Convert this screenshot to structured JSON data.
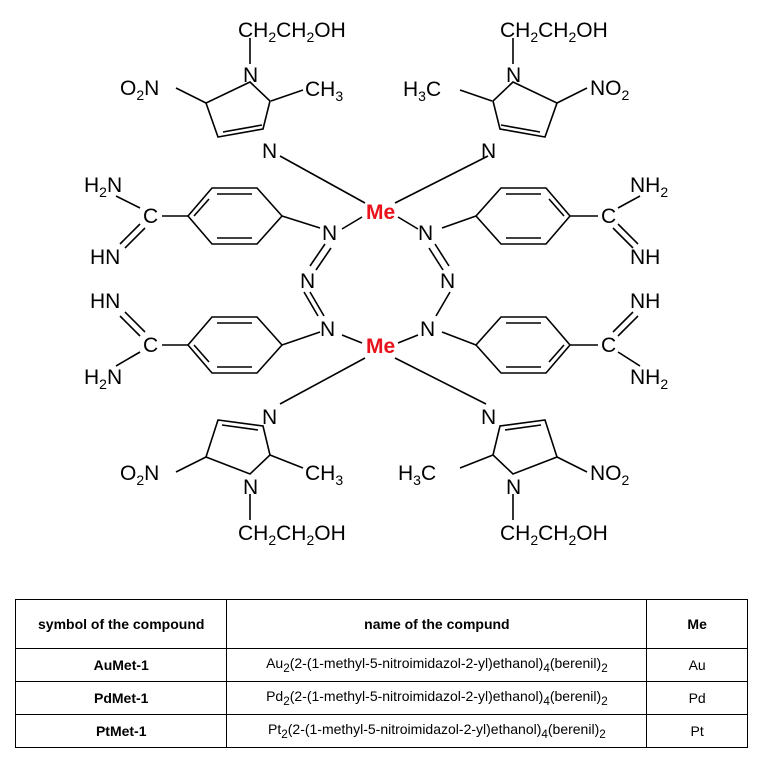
{
  "structure": {
    "metal_label": "Me",
    "metal_color": "#e8131b",
    "ligand_top_left": {
      "chain": [
        "CH",
        "2",
        "CH",
        "2",
        "OH"
      ],
      "nitro": [
        "O",
        "2",
        "N"
      ],
      "methyl": [
        "CH",
        "3"
      ],
      "n1": "N",
      "n3": "N"
    },
    "ligand_top_right": {
      "chain": [
        "CH",
        "2",
        "CH",
        "2",
        "OH"
      ],
      "nitro": [
        "NO",
        "2"
      ],
      "methyl": [
        "H",
        "3",
        "C"
      ],
      "n1": "N",
      "n3": "N"
    },
    "ligand_bottom_left": {
      "chain": [
        "CH",
        "2",
        "CH",
        "2",
        "OH"
      ],
      "nitro": [
        "O",
        "2",
        "N"
      ],
      "methyl": [
        "CH",
        "3"
      ],
      "n1": "N",
      "n3": "N"
    },
    "ligand_bottom_right": {
      "chain": [
        "CH",
        "2",
        "CH",
        "2",
        "OH"
      ],
      "nitro": [
        "NO",
        "2"
      ],
      "methyl": [
        "H",
        "3",
        "C"
      ],
      "n1": "N",
      "n3": "N"
    },
    "amidine_left": {
      "amine": [
        "H",
        "2",
        "N"
      ],
      "imine": "HN",
      "carbon": "C"
    },
    "amidine_right": {
      "amine": [
        "NH",
        "2"
      ],
      "imine": "NH",
      "carbon": "C"
    },
    "triazene_atom": "N"
  },
  "table": {
    "headers": [
      "symbol of the compound",
      "name of the compund",
      "Me"
    ],
    "rows": [
      {
        "symbol": "AuMet-1",
        "name": {
          "metal": "Au",
          "n1": "2",
          "mid": "(2-(1-methyl-5-nitroimidazol-2-yl)ethanol)",
          "n2": "4",
          "tail": "(berenil)",
          "n3": "2"
        },
        "me": "Au"
      },
      {
        "symbol": "PdMet-1",
        "name": {
          "metal": "Pd",
          "n1": "2",
          "mid": "(2-(1-methyl-5-nitroimidazol-2-yl)ethanol)",
          "n2": "4",
          "tail": "(berenil)",
          "n3": "2"
        },
        "me": "Pd"
      },
      {
        "symbol": "PtMet-1",
        "name": {
          "metal": "Pt",
          "n1": "2",
          "mid": "(2-(1-methyl-5-nitroimidazol-2-yl)ethanol)",
          "n2": "4",
          "tail": "(berenil)",
          "n3": "2"
        },
        "me": "Pt"
      }
    ]
  }
}
